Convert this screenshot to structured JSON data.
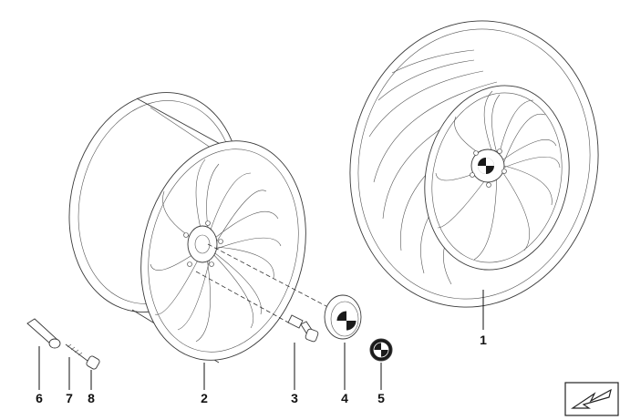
{
  "colors": {
    "line": "#3a3a3a",
    "label": "#111111",
    "emblem_dark": "#1a1a1a",
    "emblem_blue": "#4a6fa5"
  },
  "callouts": [
    {
      "id": "1",
      "label": "1"
    },
    {
      "id": "2",
      "label": "2"
    },
    {
      "id": "3",
      "label": "3"
    },
    {
      "id": "4",
      "label": "4"
    },
    {
      "id": "5",
      "label": "5"
    },
    {
      "id": "6",
      "label": "6"
    },
    {
      "id": "7",
      "label": "7"
    },
    {
      "id": "8",
      "label": "8"
    }
  ],
  "icons": {
    "nav": "arrow-down-left-icon"
  }
}
